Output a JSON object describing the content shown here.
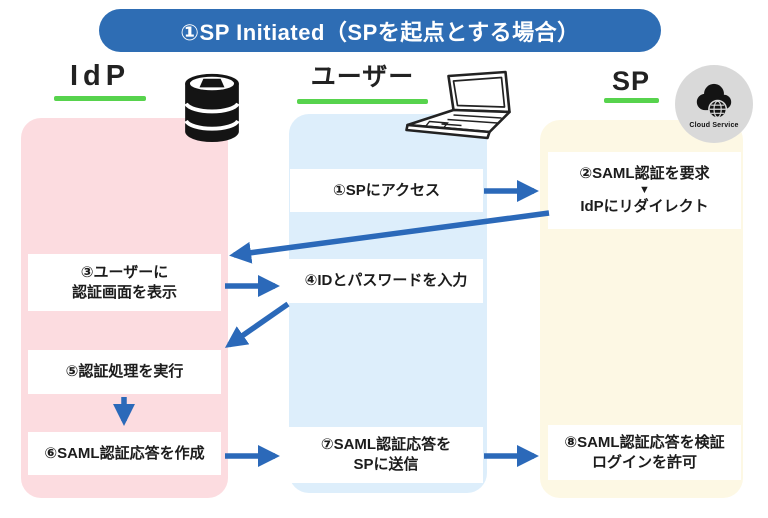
{
  "banner": {
    "label": "①SP Initiated（SPを起点とする場合）",
    "bg_color": "#2e6db4",
    "text_color": "#ffffff"
  },
  "lanes": [
    {
      "id": "idp",
      "label": "IdP",
      "icon": "database-icon",
      "column_color": "#fcdce0",
      "underline_color": "#57d34d"
    },
    {
      "id": "user",
      "label": "ユーザー",
      "icon": "laptop-icon",
      "column_color": "#ddeefb",
      "underline_color": "#57d34d"
    },
    {
      "id": "sp",
      "label": "SP",
      "icon": "cloud-icon",
      "icon_caption": "Cloud Service",
      "icon_circle_color": "#d9d9d9",
      "column_color": "#fdf8e4",
      "underline_color": "#57d34d"
    }
  ],
  "steps": [
    {
      "id": 1,
      "lane": "user",
      "lines": [
        "①SPにアクセス"
      ]
    },
    {
      "id": 2,
      "lane": "sp",
      "lines": [
        "②SAML認証を要求",
        "▼",
        "IdPにリダイレクト"
      ]
    },
    {
      "id": 3,
      "lane": "idp",
      "lines": [
        "③ユーザーに",
        "認証画面を表示"
      ]
    },
    {
      "id": 4,
      "lane": "user",
      "lines": [
        "④IDとパスワードを入力"
      ]
    },
    {
      "id": 5,
      "lane": "idp",
      "lines": [
        "⑤認証処理を実行"
      ]
    },
    {
      "id": 6,
      "lane": "idp",
      "lines": [
        "⑥SAML認証応答を作成"
      ]
    },
    {
      "id": 7,
      "lane": "user",
      "lines": [
        "⑦SAML認証応答を",
        "SPに送信"
      ]
    },
    {
      "id": 8,
      "lane": "sp",
      "lines": [
        "⑧SAML認証応答を検証",
        "ログインを許可"
      ]
    }
  ],
  "arrows": {
    "color": "#2b69b9",
    "connections": [
      "1→2",
      "2→3",
      "3→4",
      "4→5",
      "5→6",
      "6→7",
      "7→8"
    ]
  }
}
